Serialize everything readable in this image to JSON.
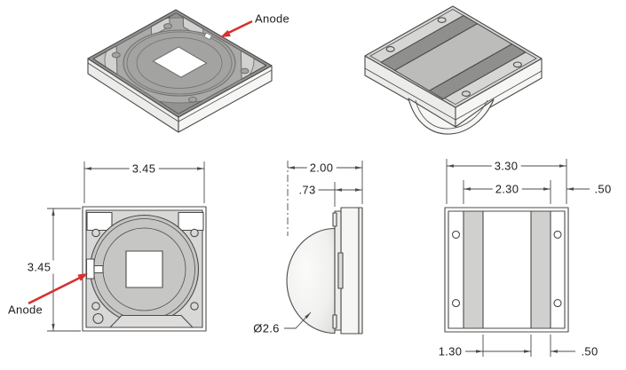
{
  "colors": {
    "line": "#4b4b4b",
    "text": "#1c1c1c",
    "accent_red": "#d6312f",
    "iso_top_face": "#929290",
    "iso_disc": "#8a8a88",
    "corner_light": "#c6c6c4",
    "iso_bottom_face": "#d6d6d4",
    "iso_bottom_center": "#bcbcba",
    "iso_pad_dark": "#8f8f8d",
    "side_face_a": "#ececea",
    "side_face_b": "#f6f6f4",
    "substrate": "#d8d8d6",
    "disc": "#c6c6c4",
    "trapezoid": "#dedddb",
    "pad_light": "#d0d0ce",
    "white": "#ffffff"
  },
  "labels": {
    "anode_top": "Anode",
    "anode_front": "Anode"
  },
  "dimensions": {
    "front_width": "3.45",
    "front_height": "3.45",
    "side_depth": "2.00",
    "side_body_thickness": ".73",
    "lens_diameter": "Ø2.6",
    "bottom_width": "3.30",
    "bottom_pads_outer": "2.30",
    "bottom_edge_margin": ".50",
    "bottom_pads_gap": "1.30",
    "bottom_pad_width": ".50"
  }
}
